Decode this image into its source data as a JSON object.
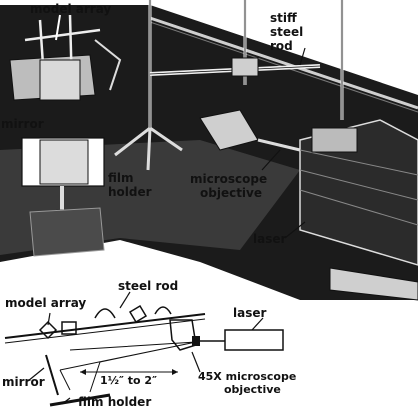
{
  "photo_labels": {
    "model_array": "model array",
    "stiff": "stiff",
    "steel": "steel",
    "rod": "rod",
    "mirror": "mirror",
    "film": "film",
    "holder": "holder",
    "microscope": "microscope",
    "objective": "objective",
    "laser": "laser"
  },
  "schematic_labels": {
    "model_array": "model array",
    "steel_rod": "steel rod",
    "laser": "laser",
    "mirror": "mirror",
    "distance": "1½″ to 2″",
    "objective_line1": "45X microscope",
    "objective_line2": "objective",
    "film_holder": "film holder"
  }
}
